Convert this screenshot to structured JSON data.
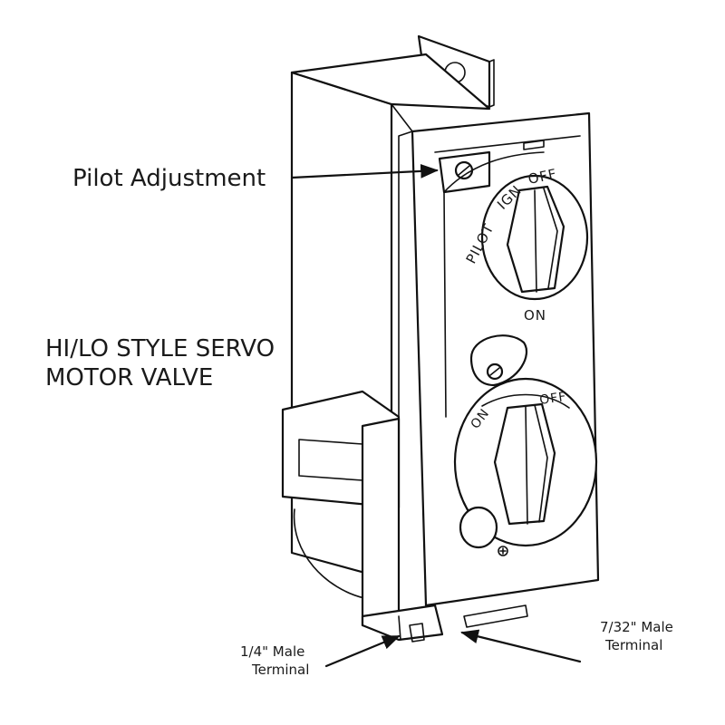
{
  "labels": {
    "pilot_adjustment": "Pilot Adjustment",
    "valve_title_line1": "HI/LO STYLE SERVO",
    "valve_title_line2": "MOTOR VALVE",
    "male_14_line1": "1/4\" Male",
    "male_14_line2": "Terminal",
    "male_732_line1": "7/32\" Male",
    "male_732_line2": "Terminal"
  },
  "knob_upper": {
    "pilot": "PILOT",
    "ign": "IGN",
    "off": "OFF",
    "on": "ON"
  },
  "knob_lower": {
    "on": "ON",
    "off": "OFF"
  }
}
